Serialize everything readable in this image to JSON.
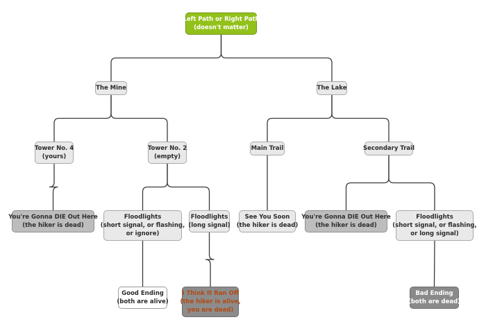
{
  "diagram": {
    "nodes": {
      "root": {
        "line1": "Left Path or Right Path",
        "line2": "(doesn't matter)"
      },
      "mine": {
        "line1": "The Mine"
      },
      "lake": {
        "line1": "The Lake"
      },
      "tower4": {
        "line1": "Tower No. 4",
        "line2": "(yours)"
      },
      "tower2": {
        "line1": "Tower No. 2",
        "line2": "(empty)"
      },
      "main_trail": {
        "line1": "Main Trail"
      },
      "secondary_trail": {
        "line1": "Secondary Trail"
      },
      "die_left": {
        "line1": "You're Gonna DIE Out Here",
        "line2": "(the hiker is dead)"
      },
      "flood_short_left": {
        "line1": "Floodlights",
        "line2": "(short signal, or flashing,",
        "line3": "or ignore)"
      },
      "flood_long": {
        "line1": "Floodlights",
        "line2": "(long signal)"
      },
      "see_you_soon": {
        "line1": "See You Soon",
        "line2": "(the hiker is dead)"
      },
      "die_right": {
        "line1": "You're Gonna DIE Out Here",
        "line2": "(the hiker is dead)"
      },
      "flood_right": {
        "line1": "Floodlights",
        "line2": "(short signal, or flashing,",
        "line3": "or long signal)"
      },
      "good_ending": {
        "line1": "Good Ending",
        "line2": "(both are alive)"
      },
      "ran_off": {
        "line1": "I Think It Ran Off",
        "line2": "(the hiker is alive,",
        "line3": "you are dead)"
      },
      "bad_ending": {
        "line1": "Bad Ending",
        "line2": "(both are dead)"
      }
    },
    "colors": {
      "root": "#93c11c",
      "decision": "#e9e9e9",
      "dead_end": "#bdbdbd",
      "good_ending": "#ffffff",
      "ran_off_text": "#b24a12",
      "bad_ending": "#8a8a8a",
      "connector": "#3a3a3a"
    }
  }
}
